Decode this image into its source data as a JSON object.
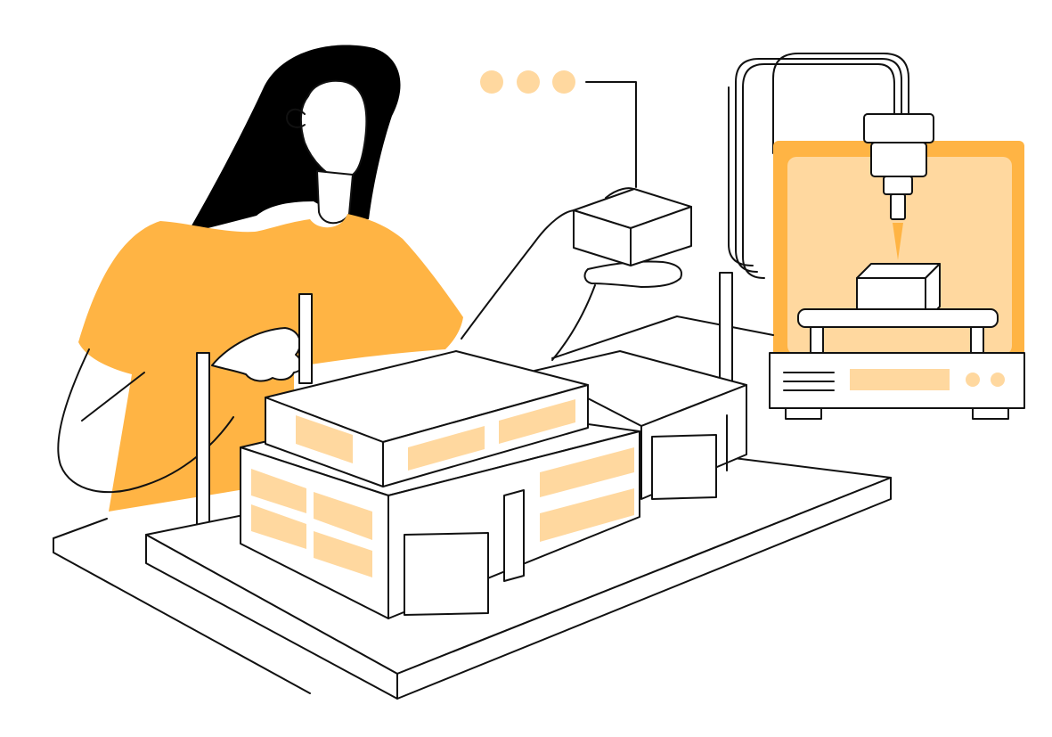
{
  "colors": {
    "line": "#111111",
    "hair": "#000000",
    "shirt": "#ffb444",
    "light": "#ffd89f",
    "skin": "#ffffff",
    "background": "#ffffff"
  },
  "scene": {
    "subject": "person-assembling-architectural-model",
    "elements": [
      "woman",
      "architectural-model",
      "3d-printer",
      "printed-block",
      "speech-dots"
    ],
    "speech_dot_count": 3
  }
}
